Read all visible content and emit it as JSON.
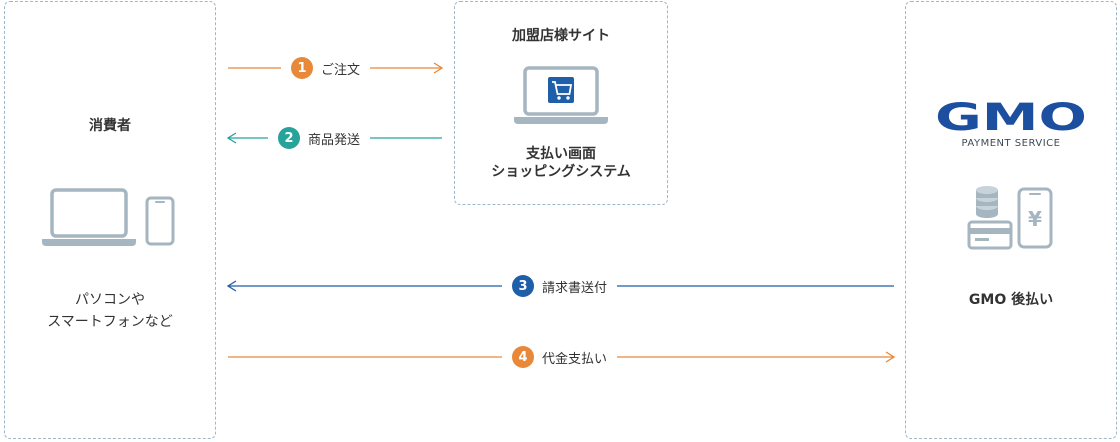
{
  "consumer": {
    "title": "消費者",
    "devices_line1": "パソコンや",
    "devices_line2": "スマートフォンなど"
  },
  "merchant": {
    "title": "加盟店様サイト",
    "caption_line1": "支払い画面",
    "caption_line2": "ショッピングシステム"
  },
  "gmo": {
    "logo": "GMO",
    "logo_sub": "PAYMENT SERVICE",
    "service": "GMO 後払い",
    "yen": "¥"
  },
  "steps": [
    {
      "number": "1",
      "label": "ご注文",
      "color": "#e8893a"
    },
    {
      "number": "2",
      "label": "商品発送",
      "color": "#26a39a"
    },
    {
      "number": "3",
      "label": "請求書送付",
      "color": "#1f5ea8"
    },
    {
      "number": "4",
      "label": "代金支払い",
      "color": "#e8893a"
    }
  ],
  "colors": {
    "orange": "#e8893a",
    "teal": "#26a39a",
    "blue": "#1f5ea8",
    "device_gray": "#a6b6c1",
    "border": "#9fb7c7",
    "gmo_blue": "#1d4fa0"
  }
}
